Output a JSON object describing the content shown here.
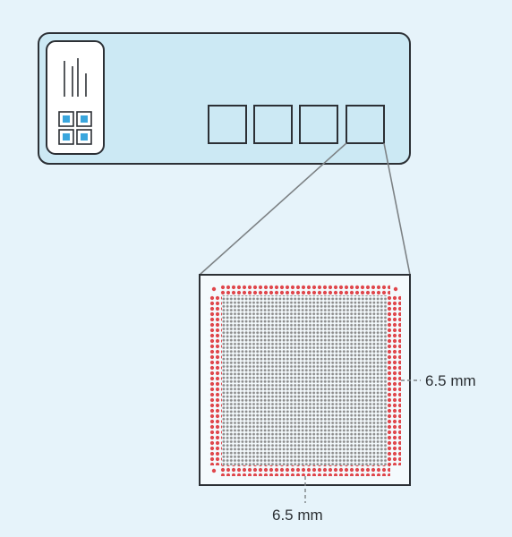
{
  "dimensions": {
    "width_label": "6.5 mm",
    "height_label": "6.5 mm"
  },
  "slide": {
    "capture_area_count": 4,
    "highlighted_capture_area": 4
  },
  "colors": {
    "background": "#e6f3fa",
    "slide_fill": "#cce9f4",
    "outline": "#2c3035",
    "qr_accent": "#3aa6dd",
    "fiducial_spots": "#e0474c",
    "capture_spots": "#8d8d8d",
    "zoom_lines": "#7d8285"
  },
  "icons": {
    "label": "barcode-qr-label-icon"
  }
}
